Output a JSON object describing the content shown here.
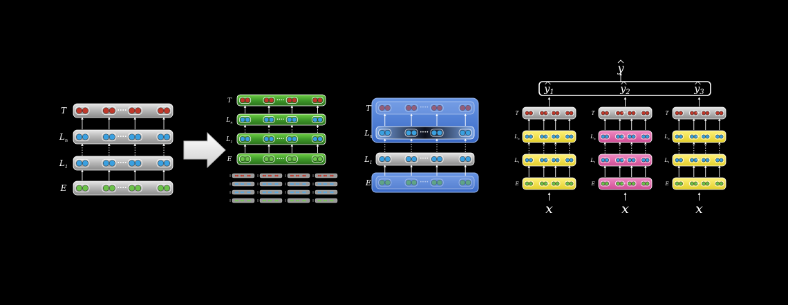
{
  "colors": {
    "background": "#000000",
    "token_red": "#c0392b",
    "token_blue": "#3aa0e0",
    "token_green": "#6cc24a",
    "bar_gray": "#b8b8b8",
    "bar_green": "#3f9a2a",
    "bar_yellow": "#f2e24a",
    "bar_pink": "#e066a8",
    "freeze_blue": "#3d74d6",
    "arrow_fill": "#eeeeee"
  },
  "panel_a": {
    "layers": [
      {
        "label": "T",
        "token": "red"
      },
      {
        "label": "L",
        "sub": "n",
        "token": "blue"
      },
      {
        "label": "L",
        "sub": "1",
        "token": "blue"
      },
      {
        "label": "E",
        "token": "green"
      }
    ]
  },
  "panel_b": {
    "layers": [
      {
        "label": "T"
      },
      {
        "label": "L",
        "sub": "n"
      },
      {
        "label": "L",
        "sub": "1"
      },
      {
        "label": "E"
      }
    ]
  },
  "panel_c": {
    "layers": [
      {
        "label": "T"
      },
      {
        "label": "L",
        "sub": "n"
      },
      {
        "label": "L",
        "sub": "1"
      },
      {
        "label": "E"
      }
    ]
  },
  "panel_d": {
    "output": {
      "symbol": "y",
      "hat": true
    },
    "columns": [
      {
        "pred": "y",
        "pred_sub": "1",
        "input": "x",
        "color": "yellow"
      },
      {
        "pred": "y",
        "pred_sub": "2",
        "input": "x",
        "color": "pink"
      },
      {
        "pred": "y",
        "pred_sub": "3",
        "input": "x",
        "color": "yellow"
      }
    ],
    "layers": [
      {
        "label": "T"
      },
      {
        "label": "L",
        "sub": "n"
      },
      {
        "label": "L",
        "sub": "1"
      },
      {
        "label": "E"
      }
    ]
  }
}
